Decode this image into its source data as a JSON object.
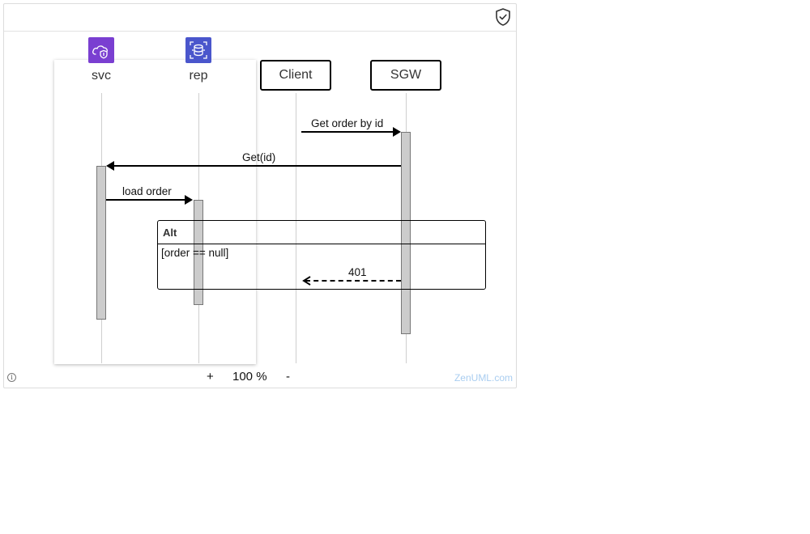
{
  "diagram": {
    "participants": [
      {
        "name": "svc",
        "icon": "cloud-shield-icon",
        "icon_color": "#7a3fd1"
      },
      {
        "name": "rep",
        "icon": "database-scan-icon",
        "icon_color": "#4a56cc"
      },
      {
        "name": "Client"
      },
      {
        "name": "SGW"
      }
    ],
    "messages": [
      {
        "from": "Client",
        "to": "SGW",
        "label": "Get order by id",
        "style": "solid"
      },
      {
        "from": "SGW",
        "to": "svc",
        "label": "Get(id)",
        "style": "solid"
      },
      {
        "from": "svc",
        "to": "rep",
        "label": "load order",
        "style": "solid"
      },
      {
        "from": "SGW",
        "to": "Client",
        "label": "401",
        "style": "dashed"
      }
    ],
    "fragment": {
      "type": "Alt",
      "condition": "[order == null]"
    }
  },
  "toolbar": {
    "zoom_in": "+",
    "zoom_value": "100 %",
    "zoom_out": "-",
    "brand": "ZenUML.com",
    "info": "i"
  },
  "colors": {
    "activation": "#cccccc",
    "lifeline": "#cfcfcf",
    "brand": "#a9cdf0"
  }
}
